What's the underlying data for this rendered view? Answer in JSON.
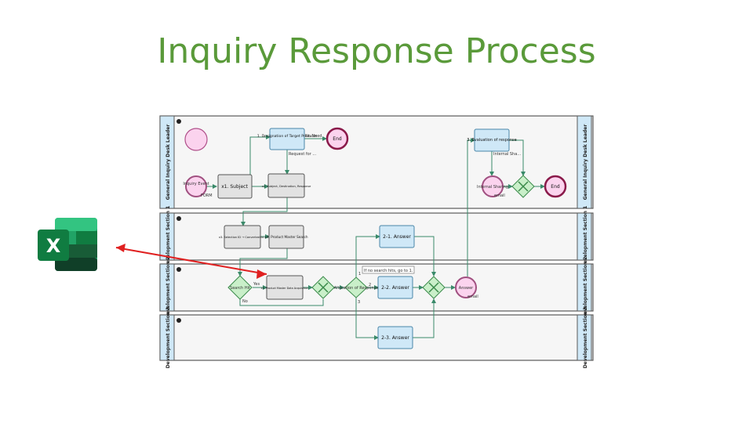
{
  "slide": {
    "title": "Inquiry Response Process"
  },
  "lanes": [
    {
      "label": "General Inquiry Desk Leader"
    },
    {
      "label": "Development Section 1"
    },
    {
      "label": "Development Section 2"
    },
    {
      "label": "Development Section 3"
    }
  ],
  "events": {
    "end1": "End",
    "inquiry_event": "Inquiry Event",
    "form_label": "FORM",
    "internal_sharing": "Internal Sharing",
    "email1": "email",
    "end2": "End",
    "answer_event": "Answer",
    "email2": "email"
  },
  "tasks": {
    "t1": "1. Designation of Target Products",
    "t3": "3. Evaluation of response",
    "x1": "x1. Subject",
    "x2": "x2. Subject, Destination, Response",
    "x3": "x3. Selection ID → Converted to...",
    "x4": "x4. Product Master Search",
    "x5": "x5. Product Master Data Acquisition",
    "a21": "2-1. Answer",
    "a22": "2-2. Answer",
    "a23": "2-3. Answer"
  },
  "gateways": {
    "search_hit": "Search Hit",
    "allocation": "Allocation of Response"
  },
  "labels": {
    "no_need": "No Need",
    "request_for": "Request for ...",
    "internal_sha": "Internal Sha...",
    "yes": "Yes",
    "no": "No",
    "note": "If no search hits, go to 1.",
    "n1": "1",
    "n2": "2",
    "n3": "3"
  },
  "colors": {
    "title": "#5a9a3a",
    "arrow": "#e02020",
    "excel_green": "#1e7145"
  },
  "icons": {
    "excel": "excel-app-icon"
  }
}
